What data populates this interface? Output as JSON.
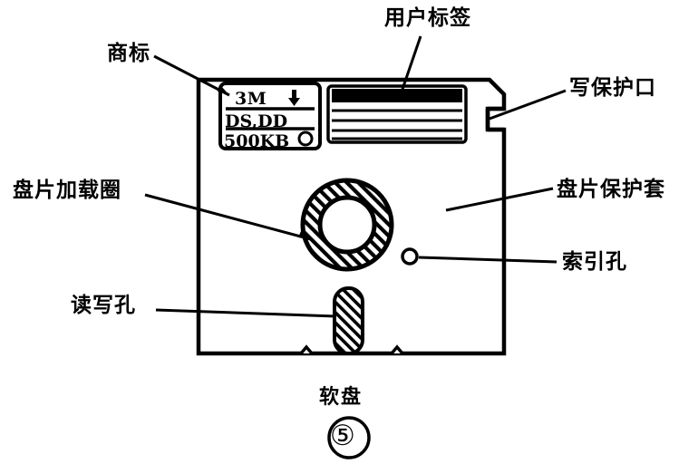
{
  "figure": {
    "caption": "软盘",
    "number": "⑤",
    "title_en_meaning": "Floppy Disk"
  },
  "disk_label": {
    "brand": "3M",
    "spec": "DS,DD",
    "capacity": "500KB",
    "arrow_icon": "down-arrow-icon",
    "circle_icon": "circle-icon"
  },
  "callouts": [
    {
      "id": "trademark",
      "text": "商标",
      "meaning": "Trademark"
    },
    {
      "id": "user-label",
      "text": "用户标签",
      "meaning": "User Label"
    },
    {
      "id": "write-protect-notch",
      "text": "写保护口",
      "meaning": "Write Protect Notch"
    },
    {
      "id": "disk-jacket",
      "text": "盘片保护套",
      "meaning": "Disk Protective Jacket"
    },
    {
      "id": "hub-loading-ring",
      "text": "盘片加载圈",
      "meaning": "Disk Loading Ring"
    },
    {
      "id": "index-hole",
      "text": "索引孔",
      "meaning": "Index Hole"
    },
    {
      "id": "read-write-slot",
      "text": "读写孔",
      "meaning": "Read/Write Hole"
    }
  ],
  "colors": {
    "ink": "#000000",
    "paper": "#ffffff"
  }
}
